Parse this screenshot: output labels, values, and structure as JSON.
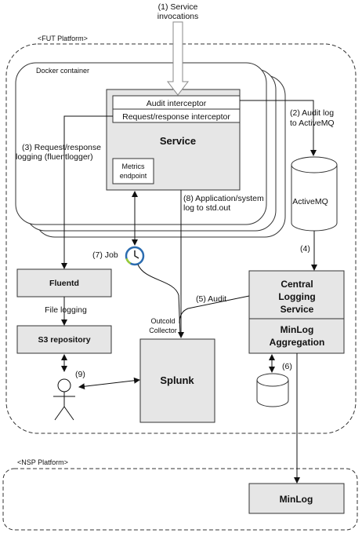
{
  "labels": {
    "service_invocations": [
      "(1) Service",
      "invocations"
    ],
    "fut_platform": "<FUT Platform>",
    "nsp_platform": "<NSP Platform>",
    "docker_container": "Docker container",
    "audit_interceptor": "Audit interceptor",
    "request_response_interceptor": "Request/response interceptor",
    "service": "Service",
    "metrics_endpoint": [
      "Metrics",
      "endpoint"
    ],
    "audit_log": [
      "(2) Audit log",
      "to ActiveMQ"
    ],
    "activemq": "ActiveMQ",
    "request_response_logging": [
      "(3) Request/response",
      "logging (fluentlogger)"
    ],
    "app_system_log": [
      "(8) Application/system",
      "log to std.out"
    ],
    "step4": "(4)",
    "job": "(7) Job",
    "fluentd": "Fluentd",
    "central_logging_service": [
      "Central",
      "Logging",
      "Service"
    ],
    "minlog_aggregation": [
      "MinLog",
      "Aggregation"
    ],
    "audit5": "(5) Audit",
    "file_logging": "File logging",
    "outcold_collector": [
      "Outcold",
      "Collector"
    ],
    "s3_repository": "S3 repository",
    "step6": "(6)",
    "step9": "(9)",
    "splunk": "Splunk",
    "minlog": "MinLog"
  }
}
